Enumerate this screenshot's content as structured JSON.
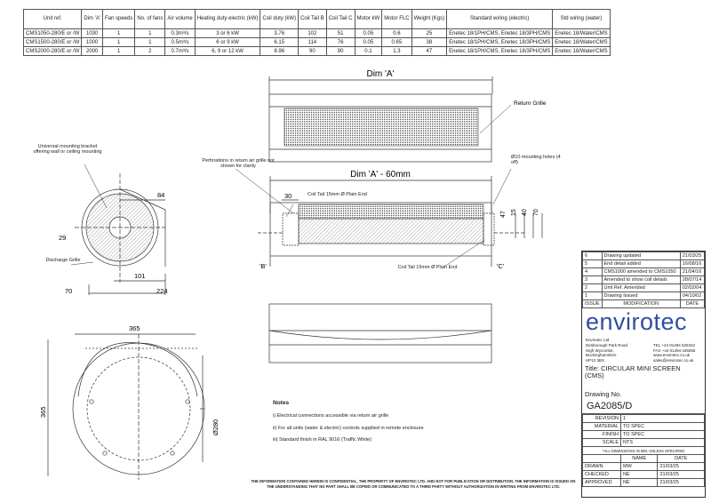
{
  "spec_table": {
    "headers": [
      "Unit ref.",
      "Dim 'A'",
      "Fan speeds",
      "No. of fans",
      "Air volume",
      "Heating duty electric (kW)",
      "Coil duty (kW)",
      "Coil Tail B",
      "Coil Tail C",
      "Motor kW",
      "Motor FLC",
      "Weight (Kgs)",
      "Standard wiring (electric)",
      "Std wiring (water)"
    ],
    "rows": [
      [
        "CMS1050-280/E or /W",
        "1030",
        "1",
        "1",
        "0.3m³/s",
        "3 or 6 kW",
        "3.76",
        "102",
        "51",
        "0.05",
        "0.6",
        "25",
        "Enetec 18/1PH/CMS, Enetec 18/3PH/CMS",
        "Enetec 18/Water/CMS"
      ],
      [
        "CMS1500-280/E or /W",
        "1000",
        "1",
        "1",
        "0.5m³/s",
        "6 or 9 kW",
        "6.15",
        "114",
        "76",
        "0.05",
        "0.65",
        "38",
        "Enetec 18/1PH/CMS, Enetec 18/3PH/CMS",
        "Enetec 18/Water/CMS"
      ],
      [
        "CMS2000-280/E or /W",
        "2000",
        "1",
        "2",
        "0.7m³/s",
        "6, 9 or 12 kW",
        "8.96",
        "90",
        "90",
        "0.1",
        "1.3",
        "47",
        "Enetec 18/1PH/CMS, Enetec 18/3PH/CMS",
        "Enetec 18/Water/CMS"
      ]
    ]
  },
  "drawing": {
    "dim_a": "Dim 'A'",
    "dim_a_60": "Dim 'A' - 60mm",
    "return_grille": "Return Grille",
    "mounting_holes": "Ø10 mounting holes (4 off)",
    "perforations": "Perforations in return air grille not shown for clarity",
    "universal_bracket": "Universal mounting bracket offering wall or ceiling mounting",
    "discharge_grille": "Discharge Grille",
    "coil_tail_top": "Coil Tail 15mm Ø Plain End",
    "coil_tail_bottom": "Coil Tail 15mm Ø Plain End",
    "dim_84": "84",
    "dim_29": "29",
    "dim_101": "101",
    "dim_70": "70",
    "dim_224": "224",
    "dim_30": "30",
    "dim_b": "'B'",
    "dim_c": "'C'",
    "dim_47": "47",
    "dim_15": "15",
    "dim_40": "40",
    "dim_70b": "70",
    "dim_365_w": "365",
    "dim_365_h": "365",
    "dim_280": "Ø280"
  },
  "notes": {
    "title": "Notes",
    "items": [
      "i) Electrical connections accessible via return air grille",
      "ii) For all units (water & electric) controls supplied in remote enclosure",
      "iii) Standard finish in RAL 9016 (Traffic White)"
    ]
  },
  "footer": "THE INFORMATION CONTAINED HEREIN IS CONFIDENTIAL. THE PROPERTY OF ENVIROTEC LTD. AND NOT FOR PUBLICATION OR DISTRIBUTION. THE INFORMATION IS ISSUED ON THE UNDERSTANDING THAT NO PART SHALL BE COPIED OR COMMUNICATED TO A THIRD PARTY WITHOUT AUTHORIZATION IN WRITING FROM ENVIROTEC LTD.",
  "revisions": [
    [
      "6",
      "Drawing updated",
      "21/03/25"
    ],
    [
      "5",
      "End detail added",
      "16/08/16"
    ],
    [
      "4",
      "CMS1000 amended to CMS1050",
      "21/04/16"
    ],
    [
      "3",
      "Amended to show coil details",
      "28/07/14"
    ],
    [
      "2",
      "Unit Ref. Amended",
      "02/02/04"
    ],
    [
      "1",
      "Drawing Issued",
      "04/10/02"
    ]
  ],
  "rev_header": {
    "issue": "ISSUE",
    "modification": "MODIFICATION",
    "date": "DATE"
  },
  "company": {
    "logo": "envirotec",
    "name": "Envirotec Ltd",
    "address": [
      "Desborough Park Road",
      "High Wycombe,",
      "Buckinghamshire",
      "HP12 3BX"
    ],
    "tel": "TEL +44 01494 525342",
    "fax": "FAX +44 01494 445055",
    "web": "www.envirotec.co.uk",
    "email": "sales@envirotec.co.uk"
  },
  "title_block": {
    "title_label": "Title:",
    "title": "CIRCULAR MINI SCREEN (CMS)",
    "drawing_no_label": "Drawing No.",
    "drawing_no": "GA2085/D",
    "revision_label": "REVISION",
    "revision": "1",
    "material_label": "MATERIAL",
    "material": "TO SPEC",
    "finish_label": "FINISH",
    "finish": "TO SPEC",
    "scale_label": "SCALE",
    "scale": "NTS",
    "dims_note": "*ALL DIMENSIONS IN MM, UNLESS SPECIFIED",
    "name_header": "NAME",
    "date_header": "DATE",
    "sign": [
      [
        "DRAWN",
        "MW",
        "21/03/25"
      ],
      [
        "CHECKED",
        "NE",
        "21/03/25"
      ],
      [
        "APPROVED",
        "NE",
        "21/03/25"
      ]
    ]
  }
}
